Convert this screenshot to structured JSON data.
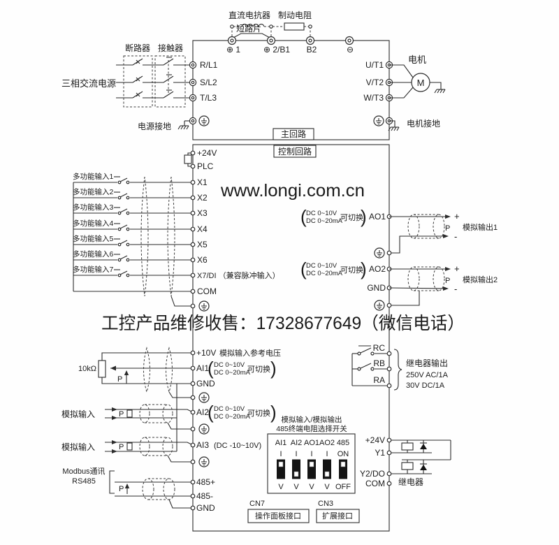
{
  "colors": {
    "line": "#2b2b2b",
    "red_watermark": "#e0503e",
    "red_ad": "#ee3b28"
  },
  "watermark": "www.longi.com.cn",
  "ad_text": "工控产品维修收售：17328677649（微信电话）",
  "punct": {
    "paren_open": "(",
    "paren_close": ")"
  },
  "ai_note": {
    "l1": "DC 0~10V",
    "l2": "DC 0~20mA",
    "sw": "可切换"
  },
  "main_circuit": {
    "box_label": "主回路",
    "dc_reactor": "直流电抗器",
    "brake_resistor": "制动电阻",
    "short_bar": "短路片",
    "top_terminals": [
      "⊕ 1",
      "⊕ 2/B1",
      "B2",
      "⊖"
    ],
    "breaker": "断路器",
    "contactor": "接触器",
    "power_source": "三相交流电源",
    "input_terminals": [
      "R/L1",
      "S/L2",
      "T/L3"
    ],
    "power_ground": "电源接地",
    "output_terminals": [
      "U/T1",
      "V/T2",
      "W/T3"
    ],
    "motor": "电机",
    "motor_symbol": "M",
    "motor_ground": "电机接地"
  },
  "control_circuit": {
    "box_label": "控制回路",
    "left": {
      "p24": "+24V",
      "plc": "PLC",
      "inputs": [
        "多功能输入1",
        "多功能输入2",
        "多功能输入3",
        "多功能输入4",
        "多功能输入5",
        "多功能输入6",
        "多功能输入7"
      ],
      "x_terminals": [
        "X1",
        "X2",
        "X3",
        "X4",
        "X5",
        "X6"
      ],
      "x7": "X7/DI （兼容脉冲输入）",
      "com": "COM",
      "p10": "+10V",
      "p10_note": "模拟输入参考电压",
      "pot": "10kΩ",
      "ai1": "AI1",
      "gnd": "GND",
      "analog_in": "模拟输入",
      "ai2": "AI2",
      "ai3": "AI3",
      "ai3_note": "(DC -10~10V)",
      "modbus1": "Modbus通讯",
      "modbus2": "RS485",
      "rs485p": "485+",
      "rs485n": "485-",
      "gnd2": "GND",
      "p_marker": "P"
    },
    "right": {
      "ao1": "AO1",
      "ao2": "AO2",
      "gnd": "GND",
      "plus": "+",
      "minus": "-",
      "p": "P",
      "aout1": "模拟输出1",
      "aout2": "模拟输出2",
      "rc": "RC",
      "rb": "RB",
      "ra": "RA",
      "relay_out": "继电器输出",
      "relay_spec1": "250V AC/1A",
      "relay_spec2": "30V  DC/1A",
      "p24": "+24V",
      "y1": "Y1",
      "y2": "Y2/DO",
      "com": "COM",
      "relay": "继电器"
    },
    "dip": {
      "title1": "模拟输入/模拟输出",
      "title2": "485终端电阻选择开关",
      "columns": [
        "AI1",
        "AI2",
        "AO1",
        "AO2",
        "485"
      ],
      "top_row": [
        "I",
        "I",
        "I",
        "I",
        "ON"
      ],
      "bottom_row": [
        "V",
        "V",
        "V",
        "V",
        "OFF"
      ],
      "states": [
        "up",
        "down",
        "up",
        "down",
        "up"
      ]
    },
    "cn7": "CN7",
    "cn7_label": "操作面板接口",
    "cn3": "CN3",
    "cn3_label": "扩展接口"
  }
}
